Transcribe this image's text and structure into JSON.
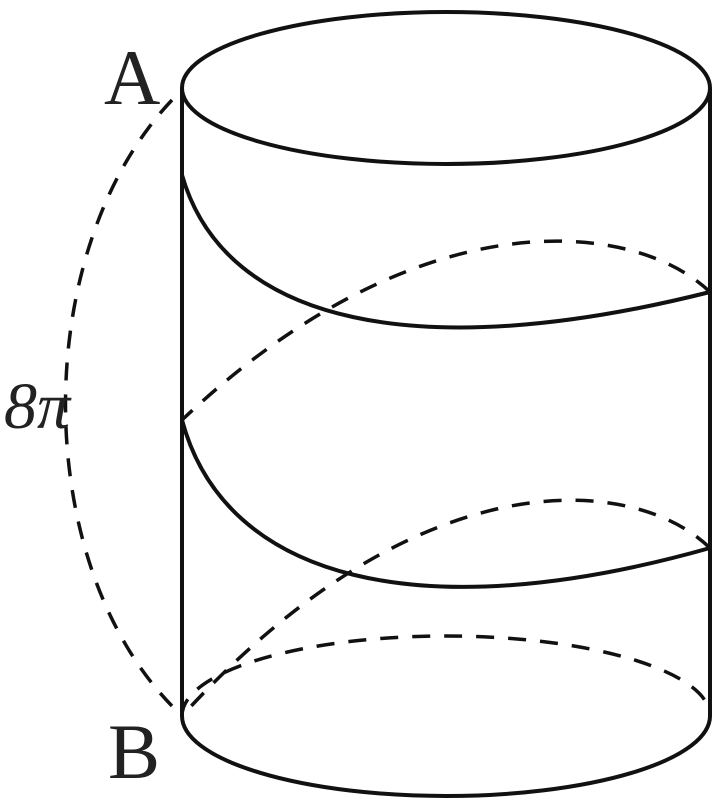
{
  "labels": {
    "top_point": "A",
    "bottom_point": "B",
    "length": "8π"
  },
  "colors": {
    "stroke": "#111111",
    "text": "#222222",
    "background": "#ffffff"
  }
}
